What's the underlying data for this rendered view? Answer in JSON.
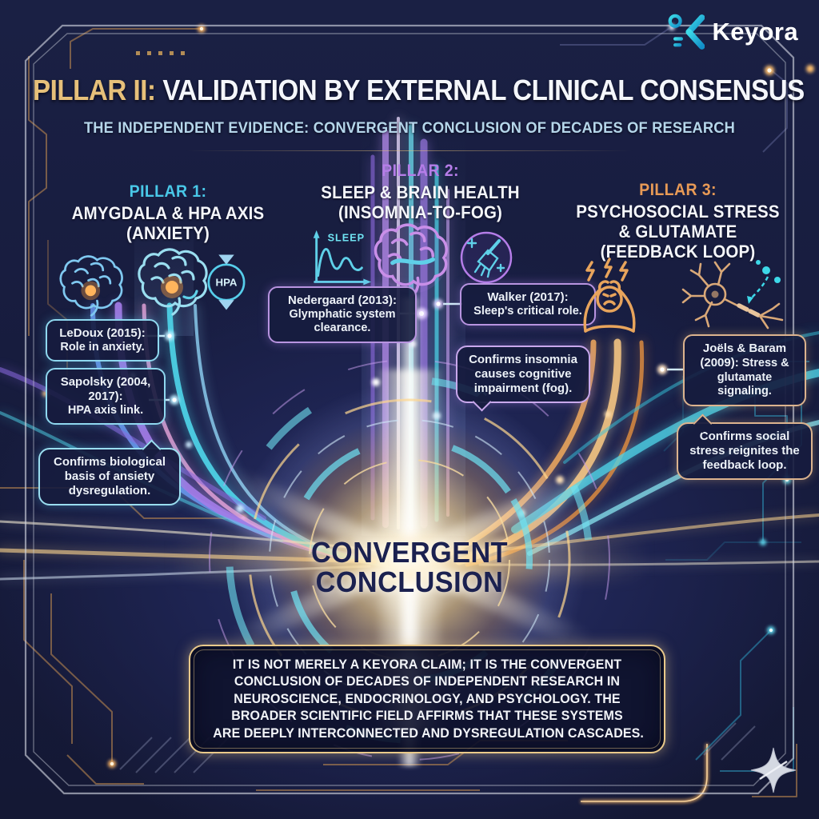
{
  "brand": {
    "name": "Keyora"
  },
  "colors": {
    "background_navy": "#171c3e",
    "title_gold": "#e6c07a",
    "subtitle_blue": "#b5d6ea",
    "pillar1_cyan": "#49c8e8",
    "pillar2_purple": "#b57de8",
    "pillar3_orange": "#e89a56",
    "brand_teal": "#25c6d8",
    "footer_border_gold": "#e9c98a"
  },
  "header": {
    "title_accent": "PILLAR II:",
    "title_main": " VALIDATION BY EXTERNAL CLINICAL CONSENSUS",
    "subtitle": "THE INDEPENDENT EVIDENCE: CONVERGENT CONCLUSION OF DECADES OF RESEARCH"
  },
  "pillars": [
    {
      "heading": "PILLAR 1:",
      "title_lines": [
        "AMYGDALA & HPA AXIS",
        "(ANXIETY)"
      ],
      "accent": "#49c8e8",
      "icons": [
        "brain-icon",
        "amygdala-brain-icon",
        "hpa-cycle-icon"
      ],
      "hpa_label": "HPA",
      "citations": [
        {
          "heading": "LeDoux (2015):",
          "body": "Role in anxiety."
        },
        {
          "heading": "Sapolsky (2004, 2017):",
          "body": "HPA axis link."
        }
      ],
      "conclusion": "Confirms biological basis of ansiety dysregulation."
    },
    {
      "heading": "PILLAR 2:",
      "title_lines": [
        "SLEEP & BRAIN HEALTH",
        "(INSOMNIA-TO-FOG)"
      ],
      "accent": "#b57de8",
      "icons": [
        "sleep-chart-icon",
        "brain-icon",
        "glymphatic-cleaning-icon"
      ],
      "chart_label": "SLEEP",
      "citations": [
        {
          "heading": "Nedergaard (2013):",
          "body": "Glymphatic system clearance."
        },
        {
          "heading": "Walker (2017):",
          "body": "Sleep's critical role."
        }
      ],
      "conclusion": "Confirms insomnia causes cognitive impairment (fog)."
    },
    {
      "heading": "PILLAR 3:",
      "title_lines": [
        "PSYCHOSOCIAL STRESS",
        "& GLUTAMATE",
        "(FEEDBACK LOOP)"
      ],
      "accent": "#e89a56",
      "icons": [
        "stressed-person-icon",
        "neuron-icon"
      ],
      "citations": [
        {
          "heading": "Joëls & Baram (2009):",
          "body": "Stress & glutamate signaling."
        }
      ],
      "conclusion": "Confirms social stress reignites the feedback loop."
    }
  ],
  "center": {
    "line1": "CONVERGENT",
    "line2": "CONCLUSION"
  },
  "footer": {
    "lines": [
      "IT IS NOT MERELY A KEYORA CLAIM; IT IS THE CONVERGENT",
      "CONCLUSION OF DECADES OF INDEPENDENT RESEARCH IN",
      "NEUROSCIENCE, ENDOCRINOLOGY, AND PSYCHOLOGY. THE",
      "BROADER SCIENTIFIC FIELD AFFIRMS THAT THESE SYSTEMS",
      "ARE DEEPLY INTERCONNECTED AND DYSREGULATION CASCADES."
    ]
  }
}
